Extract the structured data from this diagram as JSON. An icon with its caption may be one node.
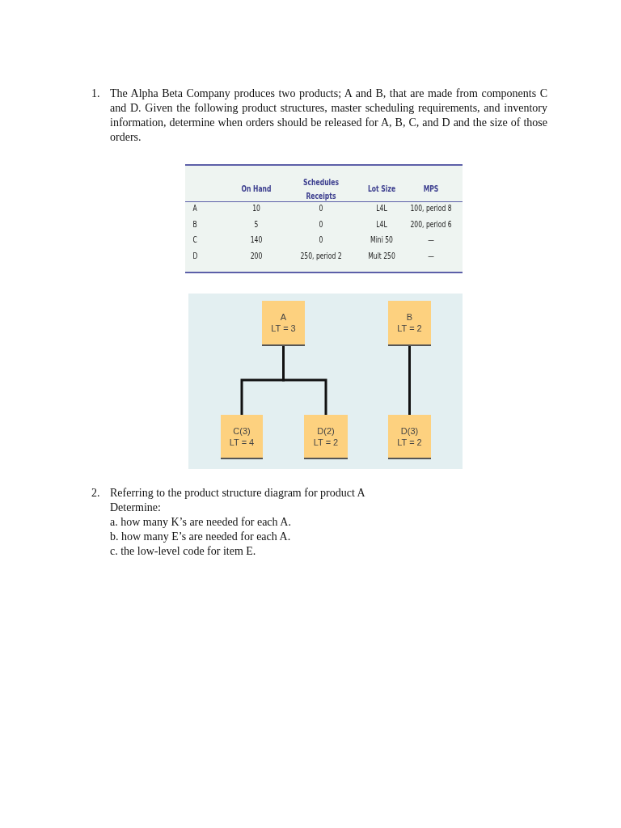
{
  "diagram": {
    "nodes": [
      {
        "text": [
          "A",
          "LT = 3"
        ]
      },
      {
        "text": [
          "B",
          "LT = 2"
        ]
      },
      {
        "text": [
          "C(3)",
          "LT = 4"
        ]
      },
      {
        "text": [
          "D(2)",
          "LT = 2"
        ]
      },
      {
        "text": [
          "D(3)",
          "LT = 2"
        ]
      }
    ],
    "edges": [
      {
        "from": 0,
        "to": 2,
        "arrow": "none"
      },
      {
        "from": 0,
        "to": 3,
        "arrow": "none"
      },
      {
        "from": 1,
        "to": 4,
        "arrow": "none"
      }
    ],
    "labels": [
      "1.",
      "The Alpha Beta Company produces two products; A and B, that are made from components C and D. Given the following product structures, master scheduling requirements, and inventory information, determine when orders should be released for A, B, C, and D and the size of those orders.",
      "On Hand",
      "Schedules Receipts",
      "Lot Size",
      "MPS",
      "A",
      "10",
      "0",
      "L4L",
      "100, period 8",
      "B",
      "5",
      "0",
      "L4L",
      "200, period 6",
      "C",
      "140",
      "0",
      "Mini 50",
      "—",
      "D",
      "200",
      "250, period 2",
      "Mult 250",
      "—",
      "2.",
      "Referring to the product structure diagram for product A",
      "Determine:",
      "a. how many K’s are needed for each A.",
      "b. how many E’s are needed for each A.",
      "c. the low-level code for item E."
    ]
  }
}
